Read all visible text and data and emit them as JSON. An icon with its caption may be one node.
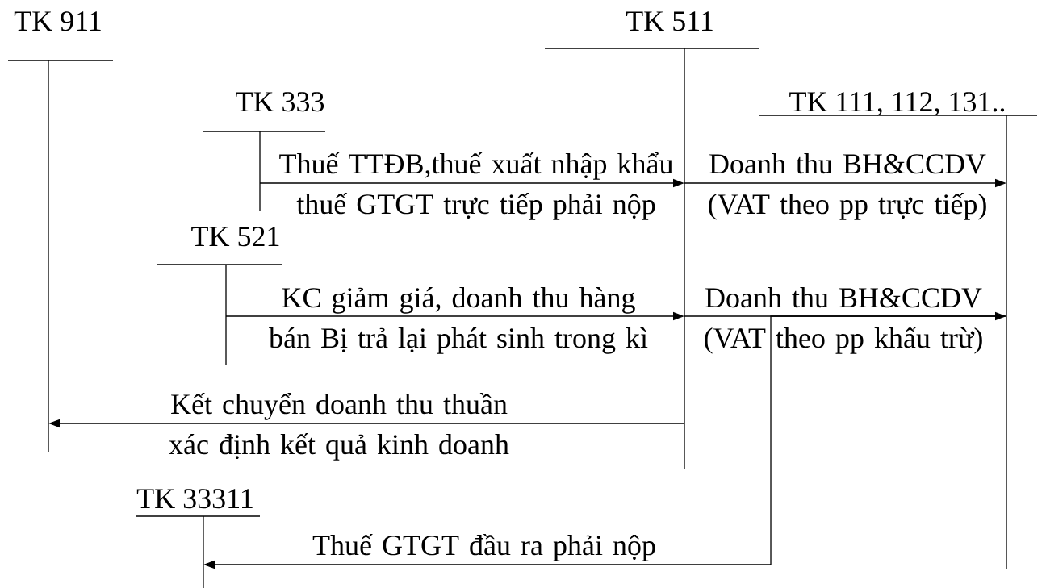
{
  "diagram": {
    "nodes": [
      {
        "text": [
          "TK 911"
        ]
      },
      {
        "text": [
          "TK 511"
        ]
      },
      {
        "text": [
          "TK 333"
        ]
      },
      {
        "text": [
          "TK 111, 112, 131.."
        ]
      },
      {
        "text": [
          "TK 521"
        ]
      },
      {
        "text": [
          "TK 33311"
        ]
      }
    ],
    "edges": [
      {
        "from": 2,
        "to": 1,
        "arrow": "to",
        "label": "Thuế TTĐB,thuế xuất nhập khẩu thuế GTGT trực tiếp phải nộp"
      },
      {
        "from": 1,
        "to": 3,
        "arrow": "to",
        "label": "Doanh thu BH&CCDV (VAT theo pp trực tiếp)"
      },
      {
        "from": 4,
        "to": 1,
        "arrow": "to",
        "label": "KC giảm giá, doanh thu hàng bán Bị trả lại phát sinh trong kì"
      },
      {
        "from": 1,
        "to": 3,
        "arrow": "to",
        "label": "Doanh thu BH&CCDV (VAT theo pp khấu trừ)"
      },
      {
        "from": 1,
        "to": 0,
        "arrow": "to",
        "label": "Kết chuyển doanh thu thuần xác định kết quả kinh doanh"
      },
      {
        "from": 3,
        "to": 5,
        "arrow": "to",
        "label": "Thuế GTGT đầu ra phải nộp"
      }
    ]
  }
}
